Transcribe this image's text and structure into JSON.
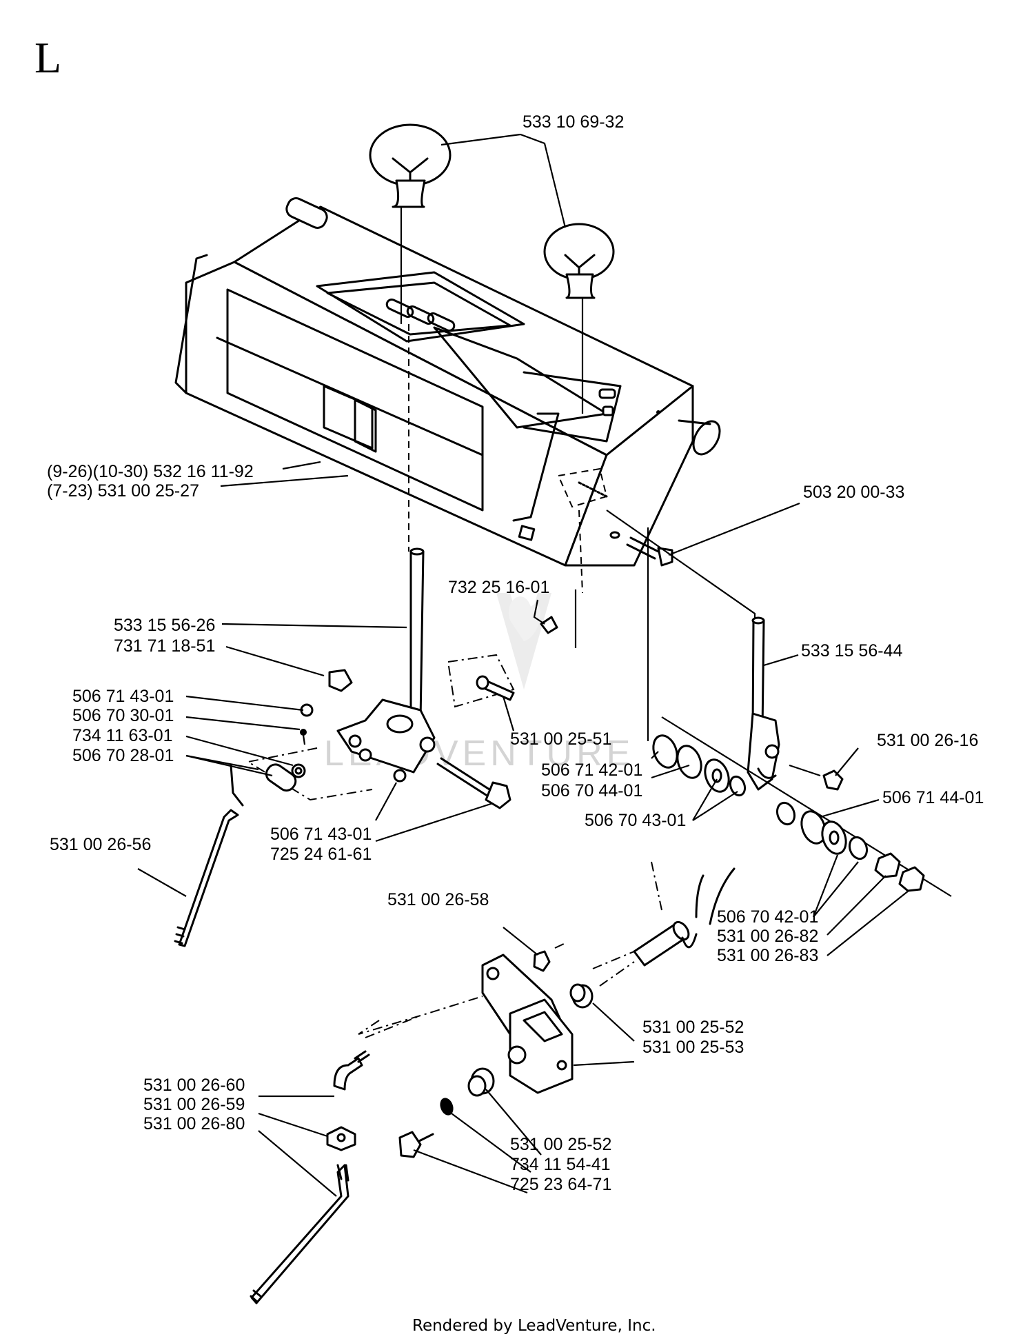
{
  "section_letter": "L",
  "footer": "Rendered by LeadVenture, Inc.",
  "watermark": "LEADVENTURE",
  "callouts": {
    "knob": "533 10 69-32",
    "console_a": "(9-26)(10-30) 532 16 11-92",
    "console_b": "(7-23) 531 00 25-27",
    "bolt_top": "503 20 00-33",
    "clip_top": "732 25 16-01",
    "lever_left": "533 15 56-26",
    "nut_left": "731 71 18-51",
    "lever_right": "533 15 56-44",
    "clip_a": "506 71 43-01",
    "pin_a": "506 70 30-01",
    "nut_small": "734 11 63-01",
    "ferrule": "506 70 28-01",
    "clip_b": "506 71 43-01",
    "bolt_mid": "725 24 61-61",
    "spacer": "531 00 25-51",
    "nut_right_small": "531 00 26-16",
    "washer_a": "506 71 42-01",
    "washer_b": "506 70 44-01",
    "washer_c": "506 70 43-01",
    "washer_d": "506 71 44-01",
    "rod_left": "531 00 26-56",
    "washer_e": "506 70 42-01",
    "nut_e1": "531 00 26-82",
    "nut_e2": "531 00 26-83",
    "nut_lower": "531 00 26-58",
    "bushing_a": "531 00 25-52",
    "bracket": "531 00 25-53",
    "elbow": "531 00 26-60",
    "nut_wing": "531 00 26-59",
    "rod_lower": "531 00 26-80",
    "bushing_b": "531 00 25-52",
    "washer_f": "734 11 54-41",
    "bolt_lower": "725 23 64-71"
  }
}
